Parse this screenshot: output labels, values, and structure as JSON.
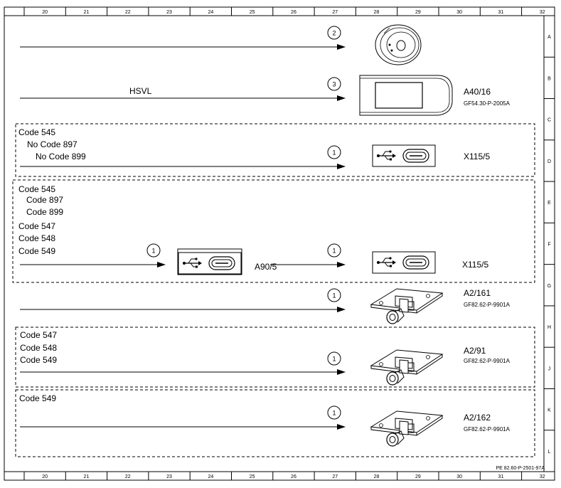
{
  "frame": {
    "columns": [
      "20",
      "21",
      "22",
      "23",
      "24",
      "25",
      "26",
      "27",
      "28",
      "29",
      "30",
      "31",
      "32"
    ],
    "rows": [
      "A",
      "B",
      "C",
      "D",
      "E",
      "F",
      "G",
      "H",
      "J",
      "K",
      "L"
    ],
    "document_ref": "PE 82.60-P-2501-97A"
  },
  "sections": [
    {
      "id": "speaker",
      "circle": "2",
      "icon": "round-speaker-icon"
    },
    {
      "id": "display",
      "label": "HSVL",
      "circle": "3",
      "component": "A40/16",
      "ref": "GF54.30-P-2005A",
      "icon": "display-unit-icon"
    },
    {
      "id": "usb-single",
      "codes": [
        "Code 545",
        "No  Code 897",
        "No  Code 899"
      ],
      "circle": "1",
      "component": "X115/5",
      "icon": "usb-c-socket-icon"
    },
    {
      "id": "usb-hub",
      "codes": [
        "Code 545",
        "Code 897",
        "Code 899",
        "Code 547",
        "Code 548",
        "Code 549"
      ],
      "circle_in": "1",
      "mid_component": "A90/5",
      "circle_out": "1",
      "component": "X115/5",
      "icon": "usb-c-socket-icon"
    },
    {
      "id": "antenna-1",
      "circle": "1",
      "component": "A2/161",
      "ref": "GF82.62-P-9901A",
      "icon": "antenna-module-icon"
    },
    {
      "id": "antenna-2",
      "codes": [
        "Code 547",
        "Code 548",
        "Code 549"
      ],
      "circle": "1",
      "component": "A2/91",
      "ref": "GF82.62-P-9901A",
      "icon": "antenna-module-icon"
    },
    {
      "id": "antenna-3",
      "codes": [
        "Code 549"
      ],
      "circle": "1",
      "component": "A2/162",
      "ref": "GF82.62-P-9901A",
      "icon": "antenna-module-icon"
    }
  ]
}
